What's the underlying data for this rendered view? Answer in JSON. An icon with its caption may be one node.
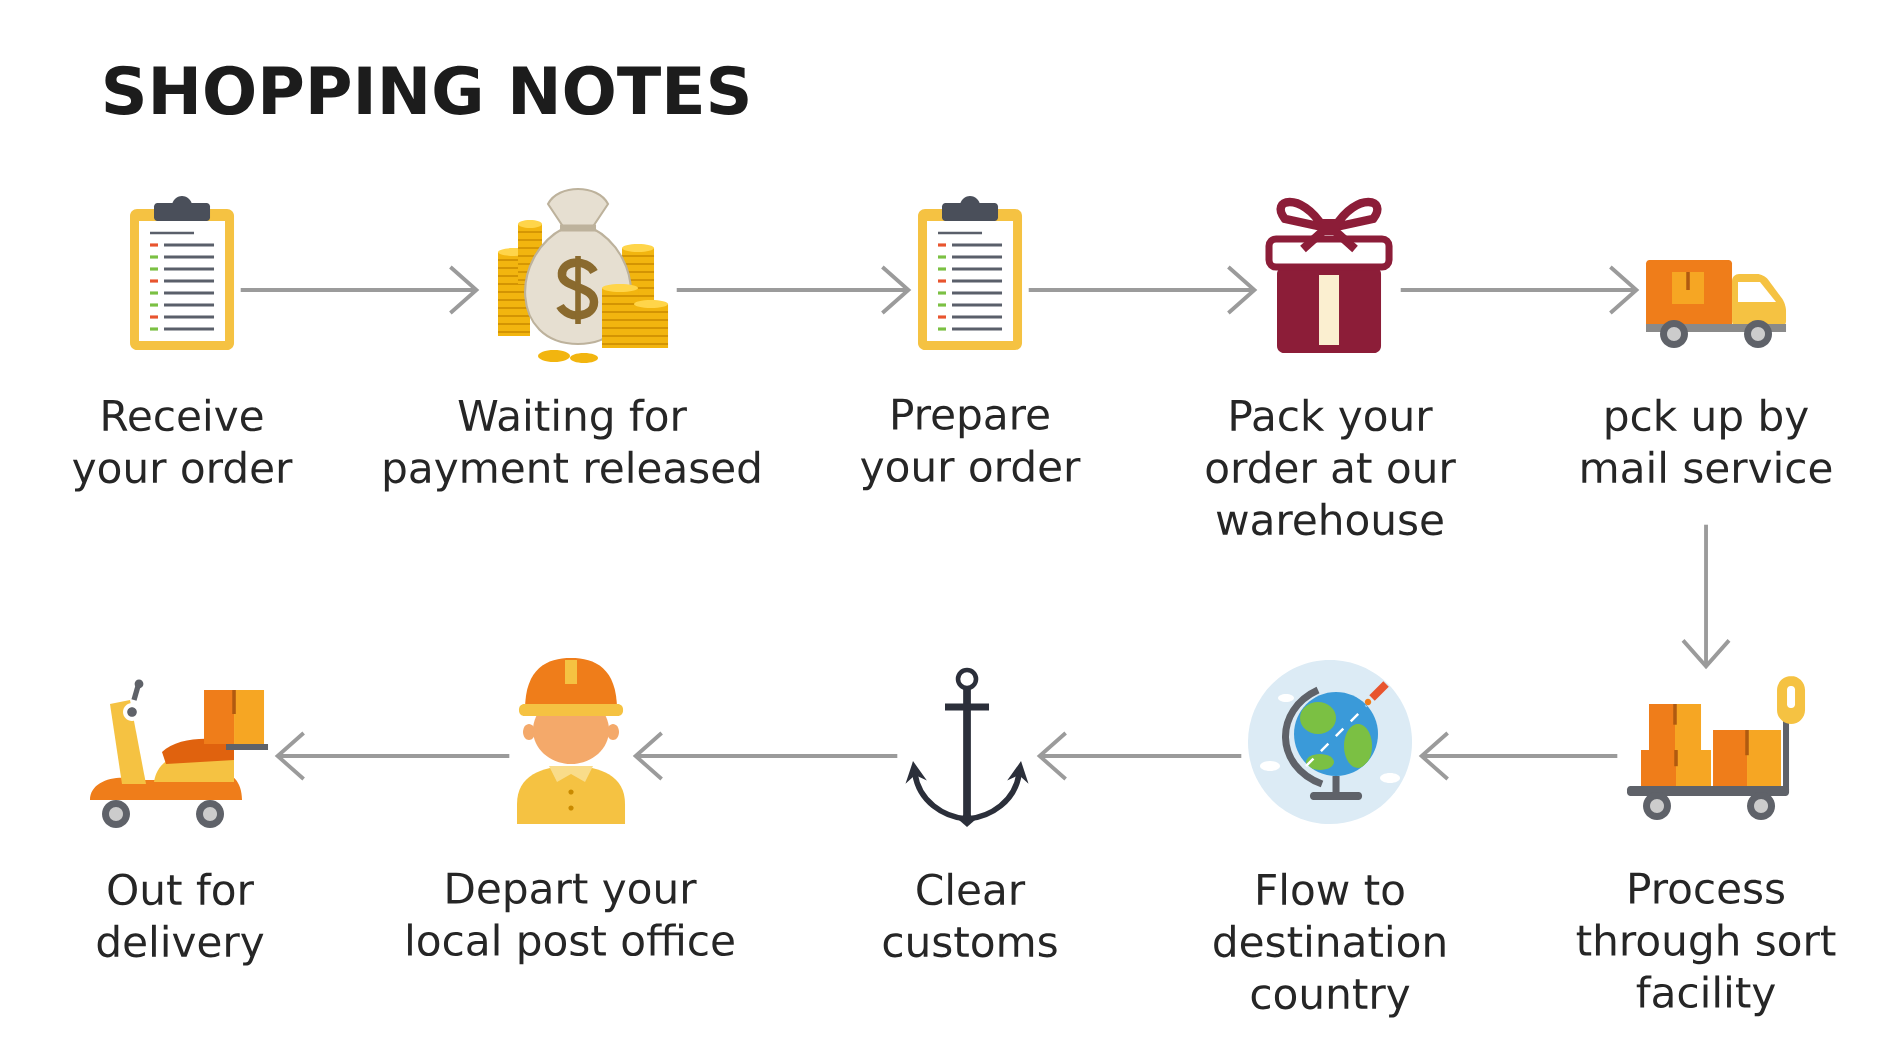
{
  "diagram": {
    "title": "SHOPPING NOTES",
    "nodes": [
      {
        "text": [],
        "shape": "picture",
        "beside": [
          "Receive your order"
        ]
      },
      {
        "text": [],
        "shape": "picture",
        "beside": [
          "Waiting for payment released"
        ]
      },
      {
        "text": [],
        "shape": "picture",
        "beside": [
          "Prepare your order"
        ]
      },
      {
        "text": [],
        "shape": "picture",
        "beside": [
          "Pack your order at our warehouse"
        ]
      },
      {
        "text": [],
        "shape": "picture",
        "beside": [
          "pck up by mail service"
        ]
      },
      {
        "text": [],
        "shape": "picture",
        "beside": [
          "Process through sort facility"
        ]
      },
      {
        "text": [],
        "shape": "picture",
        "beside": [
          "Flow to destination country"
        ]
      },
      {
        "text": [],
        "shape": "picture",
        "beside": [
          "Clear customs"
        ]
      },
      {
        "text": [],
        "shape": "picture",
        "beside": [
          "Depart your local post office"
        ]
      },
      {
        "text": [],
        "shape": "picture",
        "beside": [
          "Out for delivery"
        ]
      }
    ],
    "edges": [
      {
        "from": 0,
        "to": 1,
        "arrow": "to"
      },
      {
        "from": 1,
        "to": 2,
        "arrow": "to"
      },
      {
        "from": 2,
        "to": 3,
        "arrow": "to"
      },
      {
        "from": 3,
        "to": 4,
        "arrow": "to"
      },
      {
        "from": 4,
        "to": 5,
        "arrow": "to"
      },
      {
        "from": 5,
        "to": 6,
        "arrow": "to"
      },
      {
        "from": 6,
        "to": 7,
        "arrow": "to"
      },
      {
        "from": 7,
        "to": 8,
        "arrow": "to"
      },
      {
        "from": 8,
        "to": 9,
        "arrow": "to"
      }
    ]
  }
}
